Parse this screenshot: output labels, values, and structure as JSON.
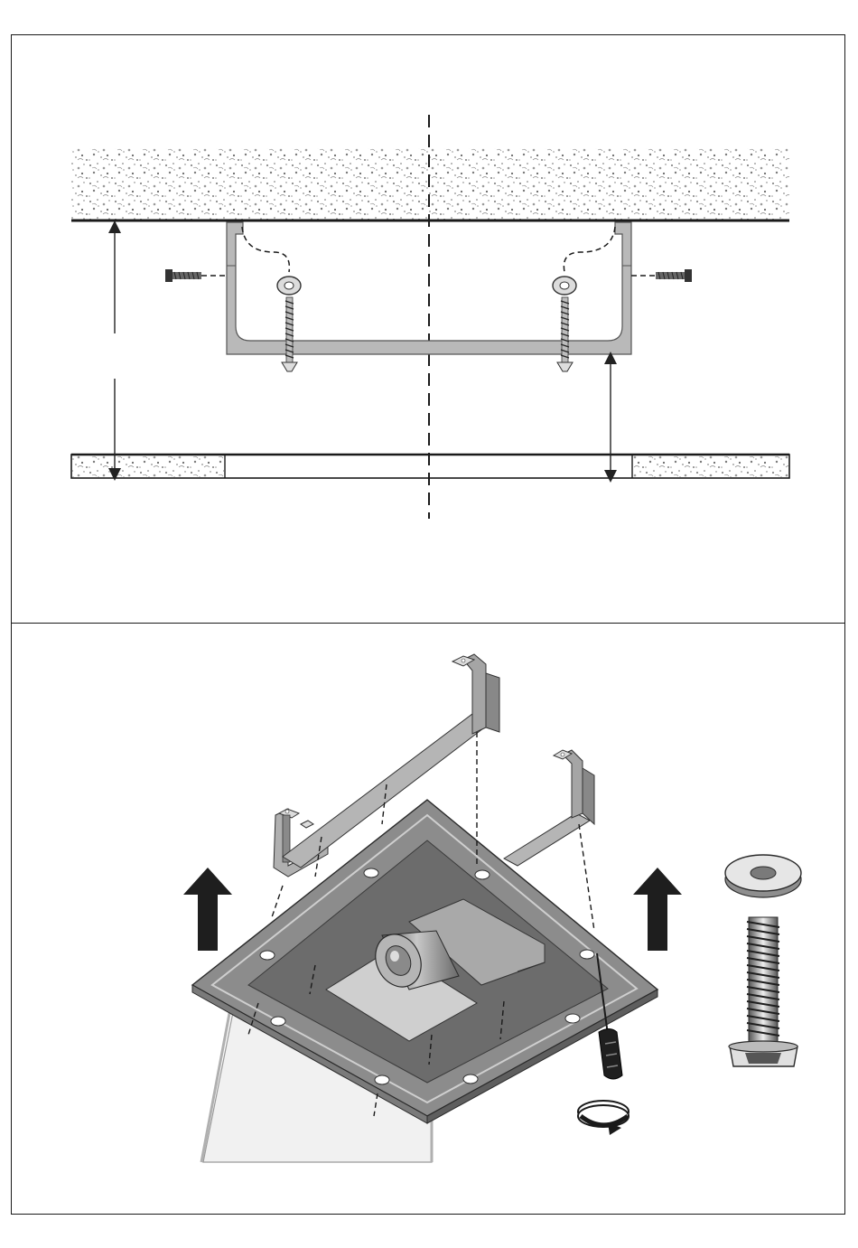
{
  "page": {
    "panels": [
      "installation-side-view",
      "installation-perspective-view"
    ]
  },
  "colors": {
    "frame": "#1a1a1a",
    "bracket_fill": "#b9b9b9",
    "bracket_stroke": "#555555",
    "ceiling_speckle": "#8a8a8a",
    "plate_top": "#9a9a9a",
    "plate_dark": "#6c6c6c",
    "arrow": "#222222"
  },
  "icons": {
    "ceiling": "concrete-ceiling",
    "false_ceiling": "false-ceiling-panel",
    "screw": "wood-screw-icon",
    "anchor": "wall-plug-icon",
    "washer": "washer-icon",
    "bolt": "machine-screw-icon",
    "screwdriver": "screwdriver-icon",
    "rotate": "clockwise-rotate-icon",
    "up_arrow": "up-arrow-icon",
    "center_line": "dashed-center-line"
  }
}
